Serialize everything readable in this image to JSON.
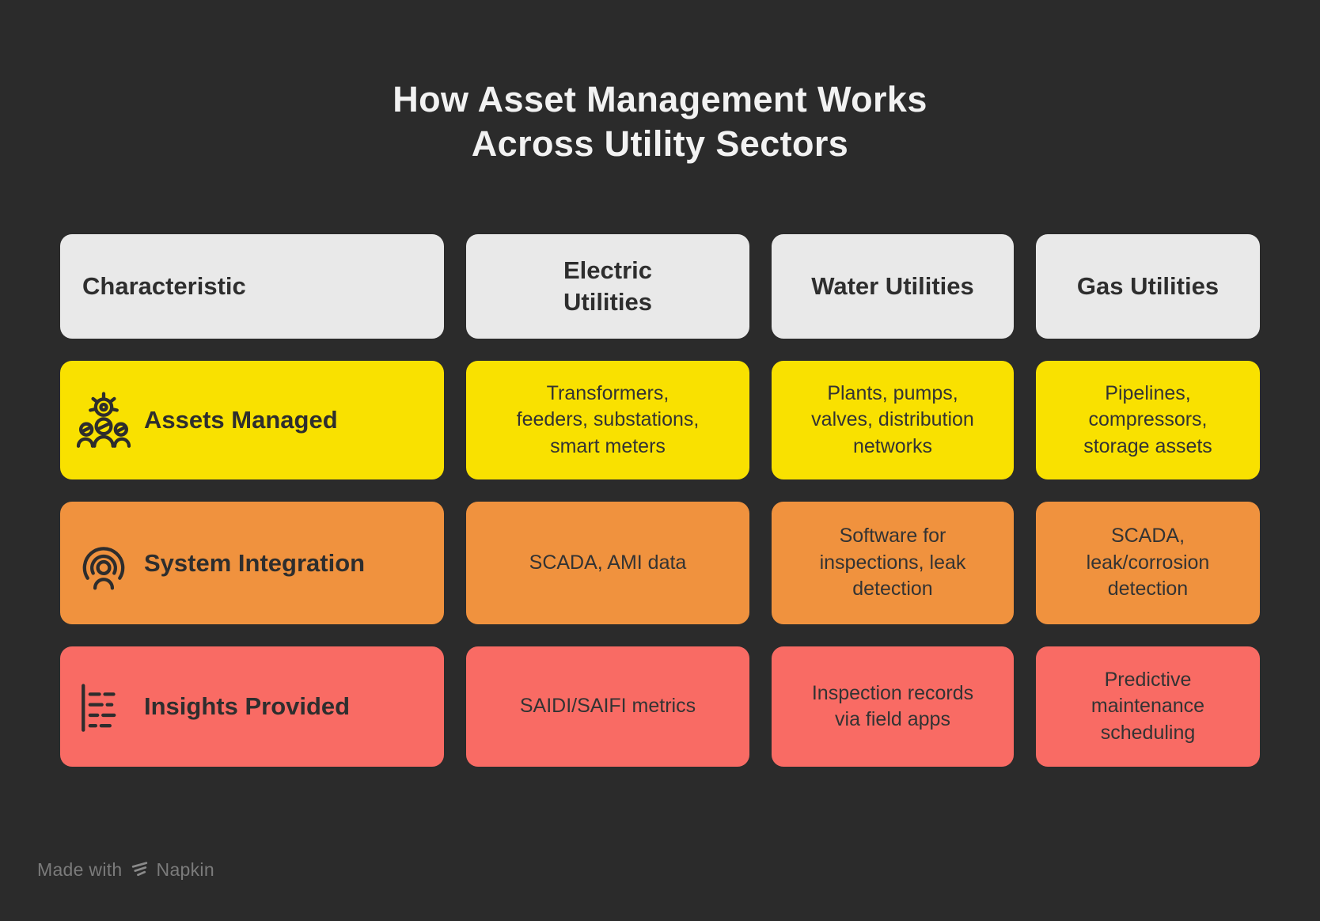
{
  "title": {
    "line1": "How Asset Management Works",
    "line2": "Across Utility Sectors"
  },
  "colors": {
    "background": "#2B2B2B",
    "header_cell": "#E9E9E9",
    "row_assets": "#F9E100",
    "row_integration": "#F0923E",
    "row_insights": "#F96B64",
    "title_text": "#F2F2F2",
    "cell_text": "#2E2E2E",
    "footer_text": "#7B7B7B"
  },
  "table": {
    "headers": [
      {
        "label": "Characteristic"
      },
      {
        "label": "Electric\nUtilities"
      },
      {
        "label": "Water Utilities"
      },
      {
        "label": "Gas Utilities"
      }
    ],
    "rows": [
      {
        "label": "Assets Managed",
        "icon": "gear-team-icon",
        "cells": {
          "electric": "Transformers,\nfeeders, substations,\nsmart meters",
          "water": "Plants, pumps,\nvalves, distribution\nnetworks",
          "gas": "Pipelines,\ncompressors,\nstorage assets"
        }
      },
      {
        "label": "System Integration",
        "icon": "person-signal-icon",
        "cells": {
          "electric": "SCADA, AMI data",
          "water": "Software for\ninspections, leak\ndetection",
          "gas": "SCADA,\nleak/corrosion\ndetection"
        }
      },
      {
        "label": "Insights Provided",
        "icon": "dashed-bar-chart-icon",
        "cells": {
          "electric": "SAIDI/SAIFI metrics",
          "water": "Inspection records\nvia field apps",
          "gas": "Predictive\nmaintenance\nscheduling"
        }
      }
    ]
  },
  "footer": {
    "made_with": "Made with",
    "brand": "Napkin"
  }
}
